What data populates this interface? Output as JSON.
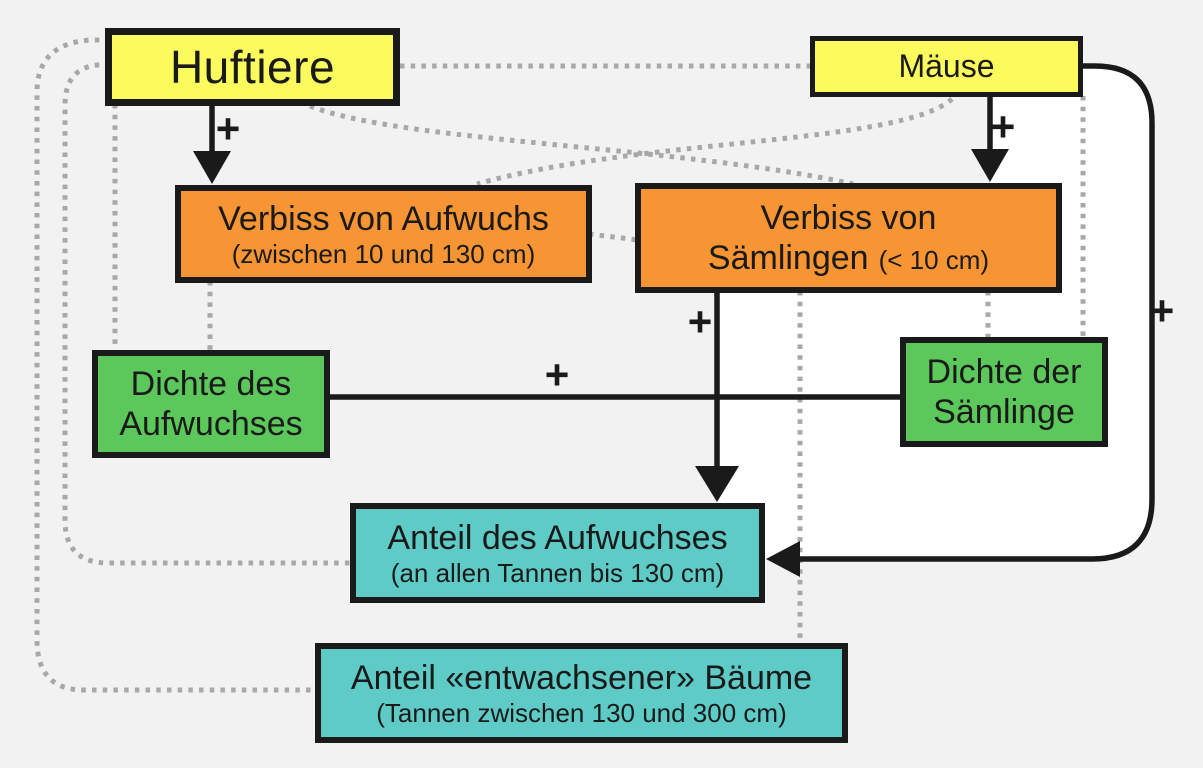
{
  "diagram": {
    "language": "de",
    "kind": "causal-loop-diagram"
  },
  "colors": {
    "background": "#f2f2f2",
    "inner_region": "#ffffff",
    "line": "#1a1a1a",
    "dotted_line": "#a8a8a8",
    "node_yellow": "#fbfb5e",
    "node_orange": "#f79433",
    "node_green": "#5cc85c",
    "node_teal": "#5fcbc7"
  },
  "nodes": {
    "huftiere": {
      "label": "Huftiere",
      "color": "#fbfb5e"
    },
    "maeuse": {
      "label": "Mäuse",
      "color": "#fbfb5e"
    },
    "verbiss_aufwuchs": {
      "label": "Verbiss von Aufwuchs",
      "note": "(zwischen 10 und 130 cm)",
      "color": "#f79433"
    },
    "verbiss_saemlinge": {
      "label_line1": "Verbiss von",
      "label_line2": "Sämlingen",
      "note": "(< 10 cm)",
      "color": "#f79433"
    },
    "dichte_aufwuchs": {
      "label_line1": "Dichte des",
      "label_line2": "Aufwuchses",
      "color": "#5cc85c"
    },
    "dichte_saemlinge": {
      "label_line1": "Dichte der",
      "label_line2": "Sämlinge",
      "color": "#5cc85c"
    },
    "anteil_aufwuchs": {
      "label": "Anteil des Aufwuchses",
      "note": "(an allen Tannen bis 130 cm)",
      "color": "#5fcbc7"
    },
    "anteil_baeume": {
      "label": "Anteil «entwachsener» Bäume",
      "note": "(Tannen zwischen 130 und 300 cm)",
      "color": "#5fcbc7"
    }
  },
  "edges": [
    {
      "from": "huftiere",
      "to": "verbiss_aufwuchs",
      "style": "solid-arrow",
      "sign": "+"
    },
    {
      "from": "maeuse",
      "to": "verbiss_saemlinge",
      "style": "solid-arrow",
      "sign": "+"
    },
    {
      "from": "verbiss_saemlinge",
      "to": "anteil_aufwuchs",
      "style": "solid-arrow",
      "sign": "+"
    },
    {
      "from": "dichte_saemlinge",
      "to": "dichte_aufwuchs",
      "style": "solid-line",
      "sign": "+"
    },
    {
      "from": "maeuse",
      "to": "anteil_aufwuchs",
      "style": "solid-arrow",
      "sign": "+"
    },
    {
      "from": "huftiere",
      "to": "maeuse",
      "style": "dotted"
    },
    {
      "from": "huftiere",
      "to": "verbiss_saemlinge",
      "style": "dotted"
    },
    {
      "from": "maeuse",
      "to": "verbiss_aufwuchs",
      "style": "dotted"
    },
    {
      "from": "huftiere",
      "to": "dichte_aufwuchs",
      "style": "dotted"
    },
    {
      "from": "verbiss_aufwuchs",
      "to": "dichte_aufwuchs",
      "style": "dotted"
    },
    {
      "from": "verbiss_aufwuchs",
      "to": "verbiss_saemlinge",
      "style": "dotted"
    },
    {
      "from": "verbiss_saemlinge",
      "to": "dichte_saemlinge",
      "style": "dotted"
    },
    {
      "from": "maeuse",
      "to": "dichte_saemlinge",
      "style": "dotted"
    },
    {
      "from": "verbiss_saemlinge",
      "to": "anteil_baeume",
      "style": "dotted"
    },
    {
      "from": "huftiere",
      "to": "anteil_aufwuchs",
      "style": "dotted"
    },
    {
      "from": "huftiere",
      "to": "anteil_baeume",
      "style": "dotted"
    }
  ]
}
